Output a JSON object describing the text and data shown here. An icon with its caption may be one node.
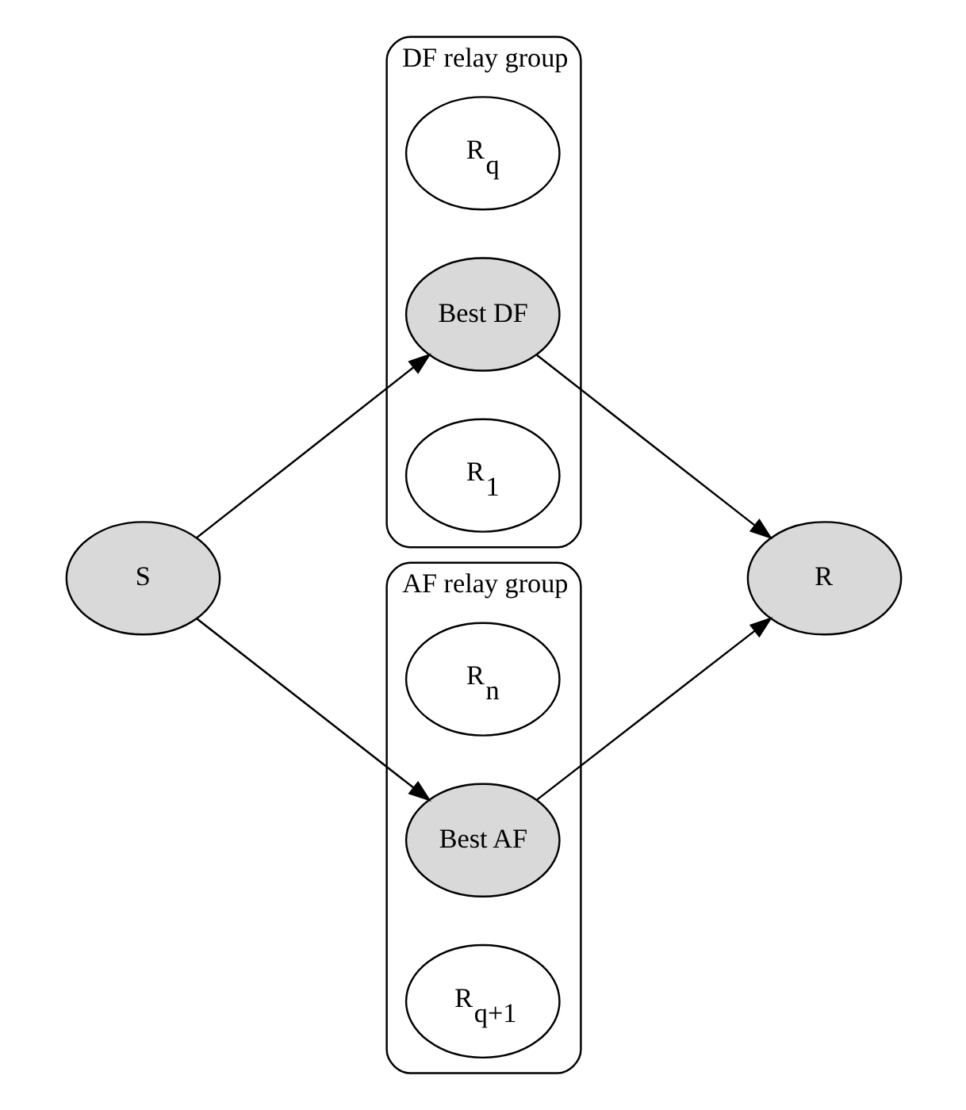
{
  "diagram": {
    "nodes": [
      {
        "text": [
          "S"
        ]
      },
      {
        "text": [
          "DF relay group"
        ]
      },
      {
        "text": [
          "R$_{1}$"
        ],
        "in": 1
      },
      {
        "text": [
          "Best DF"
        ],
        "in": 1
      },
      {
        "text": [
          "R$_{q}$"
        ],
        "in": 1
      },
      {
        "text": [
          "AF relay group"
        ]
      },
      {
        "text": [
          "R$_{q+1}$"
        ],
        "in": 5
      },
      {
        "text": [
          "Best AF"
        ],
        "in": 5
      },
      {
        "text": [
          "R$_{n}$"
        ],
        "in": 5
      },
      {
        "text": [
          "R"
        ]
      }
    ],
    "edges": [
      {
        "from": 0,
        "to": 3,
        "arrow": "to"
      },
      {
        "from": 0,
        "to": 7,
        "arrow": "to"
      },
      {
        "from": 3,
        "to": 9,
        "arrow": "to"
      },
      {
        "from": 7,
        "to": 9,
        "arrow": "to"
      }
    ]
  }
}
